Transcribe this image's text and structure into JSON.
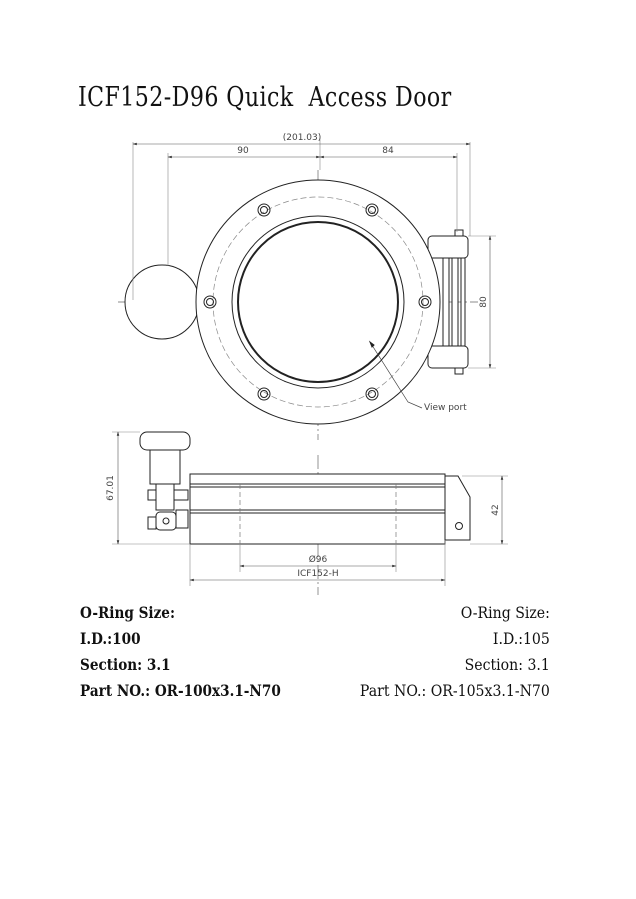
{
  "title": "ICF152-D96 Quick  Access Door",
  "dimensions": {
    "overall_width": "(201.03)",
    "left_offset": "90",
    "right_offset": "84",
    "hinge_height": "80",
    "total_height": "67.01",
    "body_height": "42",
    "inner_diameter": "Ø96",
    "flange_type": "ICF152-H"
  },
  "annotations": {
    "view_port": "View port"
  },
  "oring_left": {
    "heading": "O-Ring Size:",
    "id": "I.D.:100",
    "section": "Section: 3.1",
    "part_no": "Part NO.: OR-100x3.1-N70"
  },
  "oring_right": {
    "heading": "O-Ring Size:",
    "id": "I.D.:105",
    "section": "Section: 3.1",
    "part_no": "Part NO.: OR-105x3.1-N70"
  }
}
